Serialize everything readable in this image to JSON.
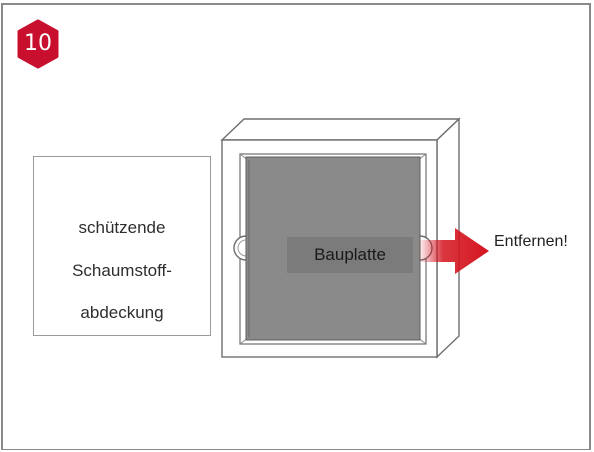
{
  "step": {
    "number": "10",
    "badge_color": "#c8102e"
  },
  "foam_cover": {
    "lines": [
      "schützende",
      "Schaumstoff-",
      "abdeckung"
    ]
  },
  "build_plate": {
    "label": "Bauplatte",
    "plate_color": "#8a8a8a"
  },
  "action": {
    "label": "Entfernen!",
    "arrow_color": "#d4141f"
  }
}
